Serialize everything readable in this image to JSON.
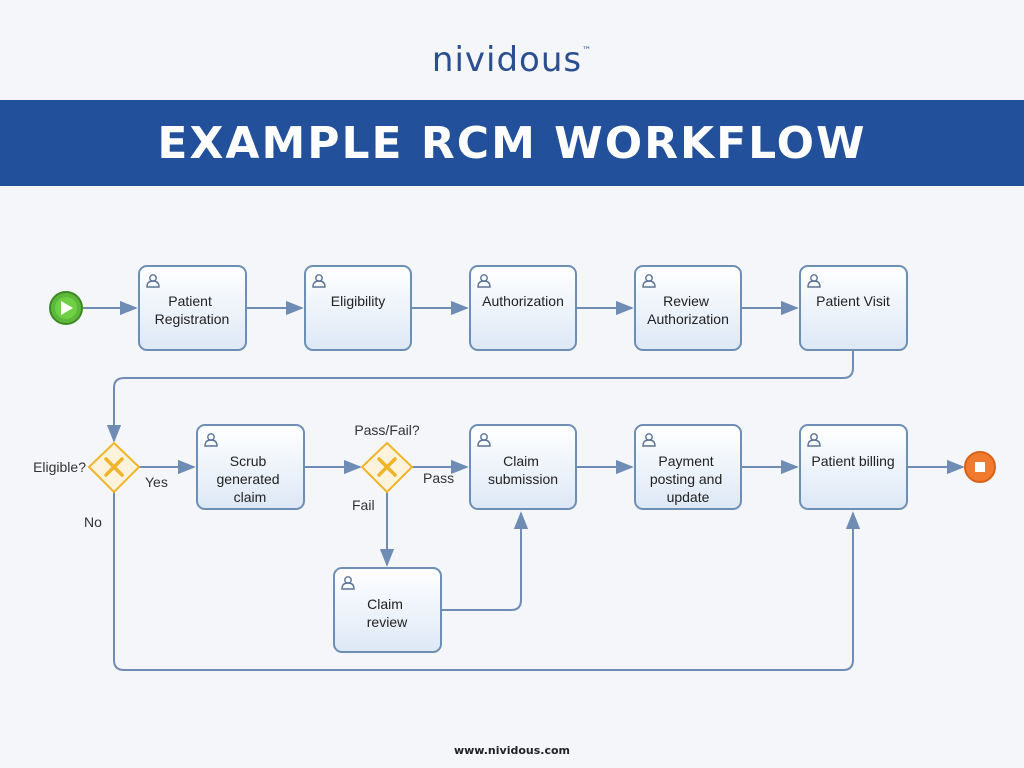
{
  "brand": {
    "logo_text": "nividous",
    "trademark": "™"
  },
  "banner": {
    "title": "EXAMPLE RCM WORKFLOW"
  },
  "tasks": {
    "patient_registration": [
      "Patient",
      "Registration"
    ],
    "eligibility": [
      "Eligibility"
    ],
    "authorization": [
      "Authorization"
    ],
    "review_authorization": [
      "Review",
      "Authorization"
    ],
    "patient_visit": [
      "Patient Visit"
    ],
    "scrub_generated_claim": [
      "Scrub",
      "generated",
      "claim"
    ],
    "claim_submission": [
      "Claim",
      "submission"
    ],
    "payment_posting": [
      "Payment",
      "posting and",
      "update"
    ],
    "patient_billing": [
      "Patient billing"
    ],
    "claim_review": [
      "Claim",
      "review"
    ]
  },
  "gateways": {
    "eligible": "Eligible?",
    "pass_fail": "Pass/Fail?"
  },
  "edge_labels": {
    "yes": "Yes",
    "no": "No",
    "pass": "Pass",
    "fail": "Fail"
  },
  "icons": {
    "start_event": "play-icon",
    "end_event": "stop-icon",
    "task": "user-icon",
    "gateway": "x-icon"
  },
  "colors": {
    "banner": "#22509a",
    "task_border": "#6e8fb5",
    "arrow": "#6f8db4",
    "gateway": "#f0b429",
    "start": "#5cb83a",
    "end": "#f07b2e"
  },
  "footer": {
    "url": "www.nividous.com"
  }
}
